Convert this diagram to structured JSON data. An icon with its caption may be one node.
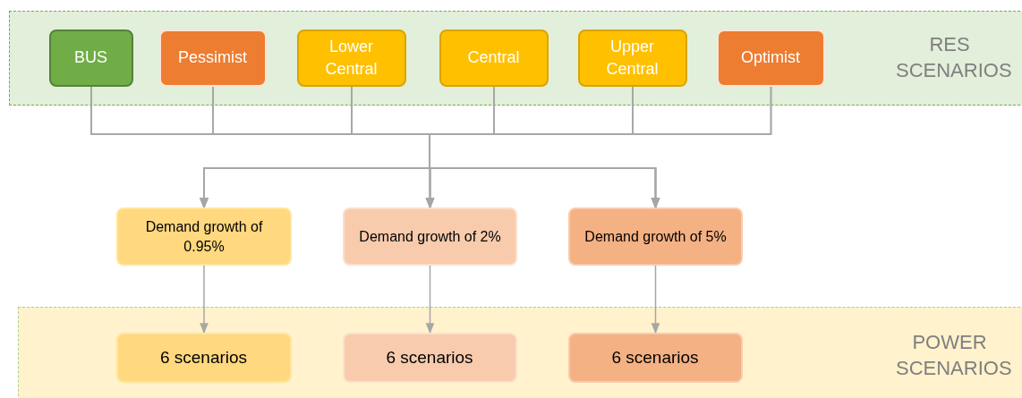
{
  "diagram": {
    "nodes": [
      {
        "text": [
          "RES SCENARIOS"
        ]
      },
      {
        "text": [
          "BUS"
        ],
        "in": 0
      },
      {
        "text": [
          "Pessimist"
        ],
        "in": 0
      },
      {
        "text": [
          "Lower Central"
        ],
        "in": 0
      },
      {
        "text": [
          "Central"
        ],
        "in": 0
      },
      {
        "text": [
          "Upper Central"
        ],
        "in": 0
      },
      {
        "text": [
          "Optimist"
        ],
        "in": 0
      },
      {
        "text": [
          "Demand growth of 0.95%"
        ]
      },
      {
        "text": [
          "Demand growth of 2%"
        ]
      },
      {
        "text": [
          "Demand growth of 5%"
        ]
      },
      {
        "text": [
          "POWER SCENARIOS"
        ]
      },
      {
        "text": [
          "6 scenarios"
        ],
        "in": 10
      },
      {
        "text": [
          "6 scenarios"
        ],
        "in": 10
      },
      {
        "text": [
          "6 scenarios"
        ],
        "in": 10
      }
    ],
    "edges": [
      {
        "from": 1,
        "to": 7,
        "arrow": "to"
      },
      {
        "from": 1,
        "to": 8,
        "arrow": "to"
      },
      {
        "from": 1,
        "to": 9,
        "arrow": "to"
      },
      {
        "from": 2,
        "to": 7,
        "arrow": "to"
      },
      {
        "from": 2,
        "to": 8,
        "arrow": "to"
      },
      {
        "from": 2,
        "to": 9,
        "arrow": "to"
      },
      {
        "from": 3,
        "to": 7,
        "arrow": "to"
      },
      {
        "from": 3,
        "to": 8,
        "arrow": "to"
      },
      {
        "from": 3,
        "to": 9,
        "arrow": "to"
      },
      {
        "from": 4,
        "to": 7,
        "arrow": "to"
      },
      {
        "from": 4,
        "to": 8,
        "arrow": "to"
      },
      {
        "from": 4,
        "to": 9,
        "arrow": "to"
      },
      {
        "from": 5,
        "to": 7,
        "arrow": "to"
      },
      {
        "from": 5,
        "to": 8,
        "arrow": "to"
      },
      {
        "from": 5,
        "to": 9,
        "arrow": "to"
      },
      {
        "from": 6,
        "to": 7,
        "arrow": "to"
      },
      {
        "from": 6,
        "to": 8,
        "arrow": "to"
      },
      {
        "from": 6,
        "to": 9,
        "arrow": "to"
      },
      {
        "from": 7,
        "to": 11,
        "arrow": "to"
      },
      {
        "from": 8,
        "to": 12,
        "arrow": "to"
      },
      {
        "from": 9,
        "to": 13,
        "arrow": "to"
      }
    ]
  }
}
